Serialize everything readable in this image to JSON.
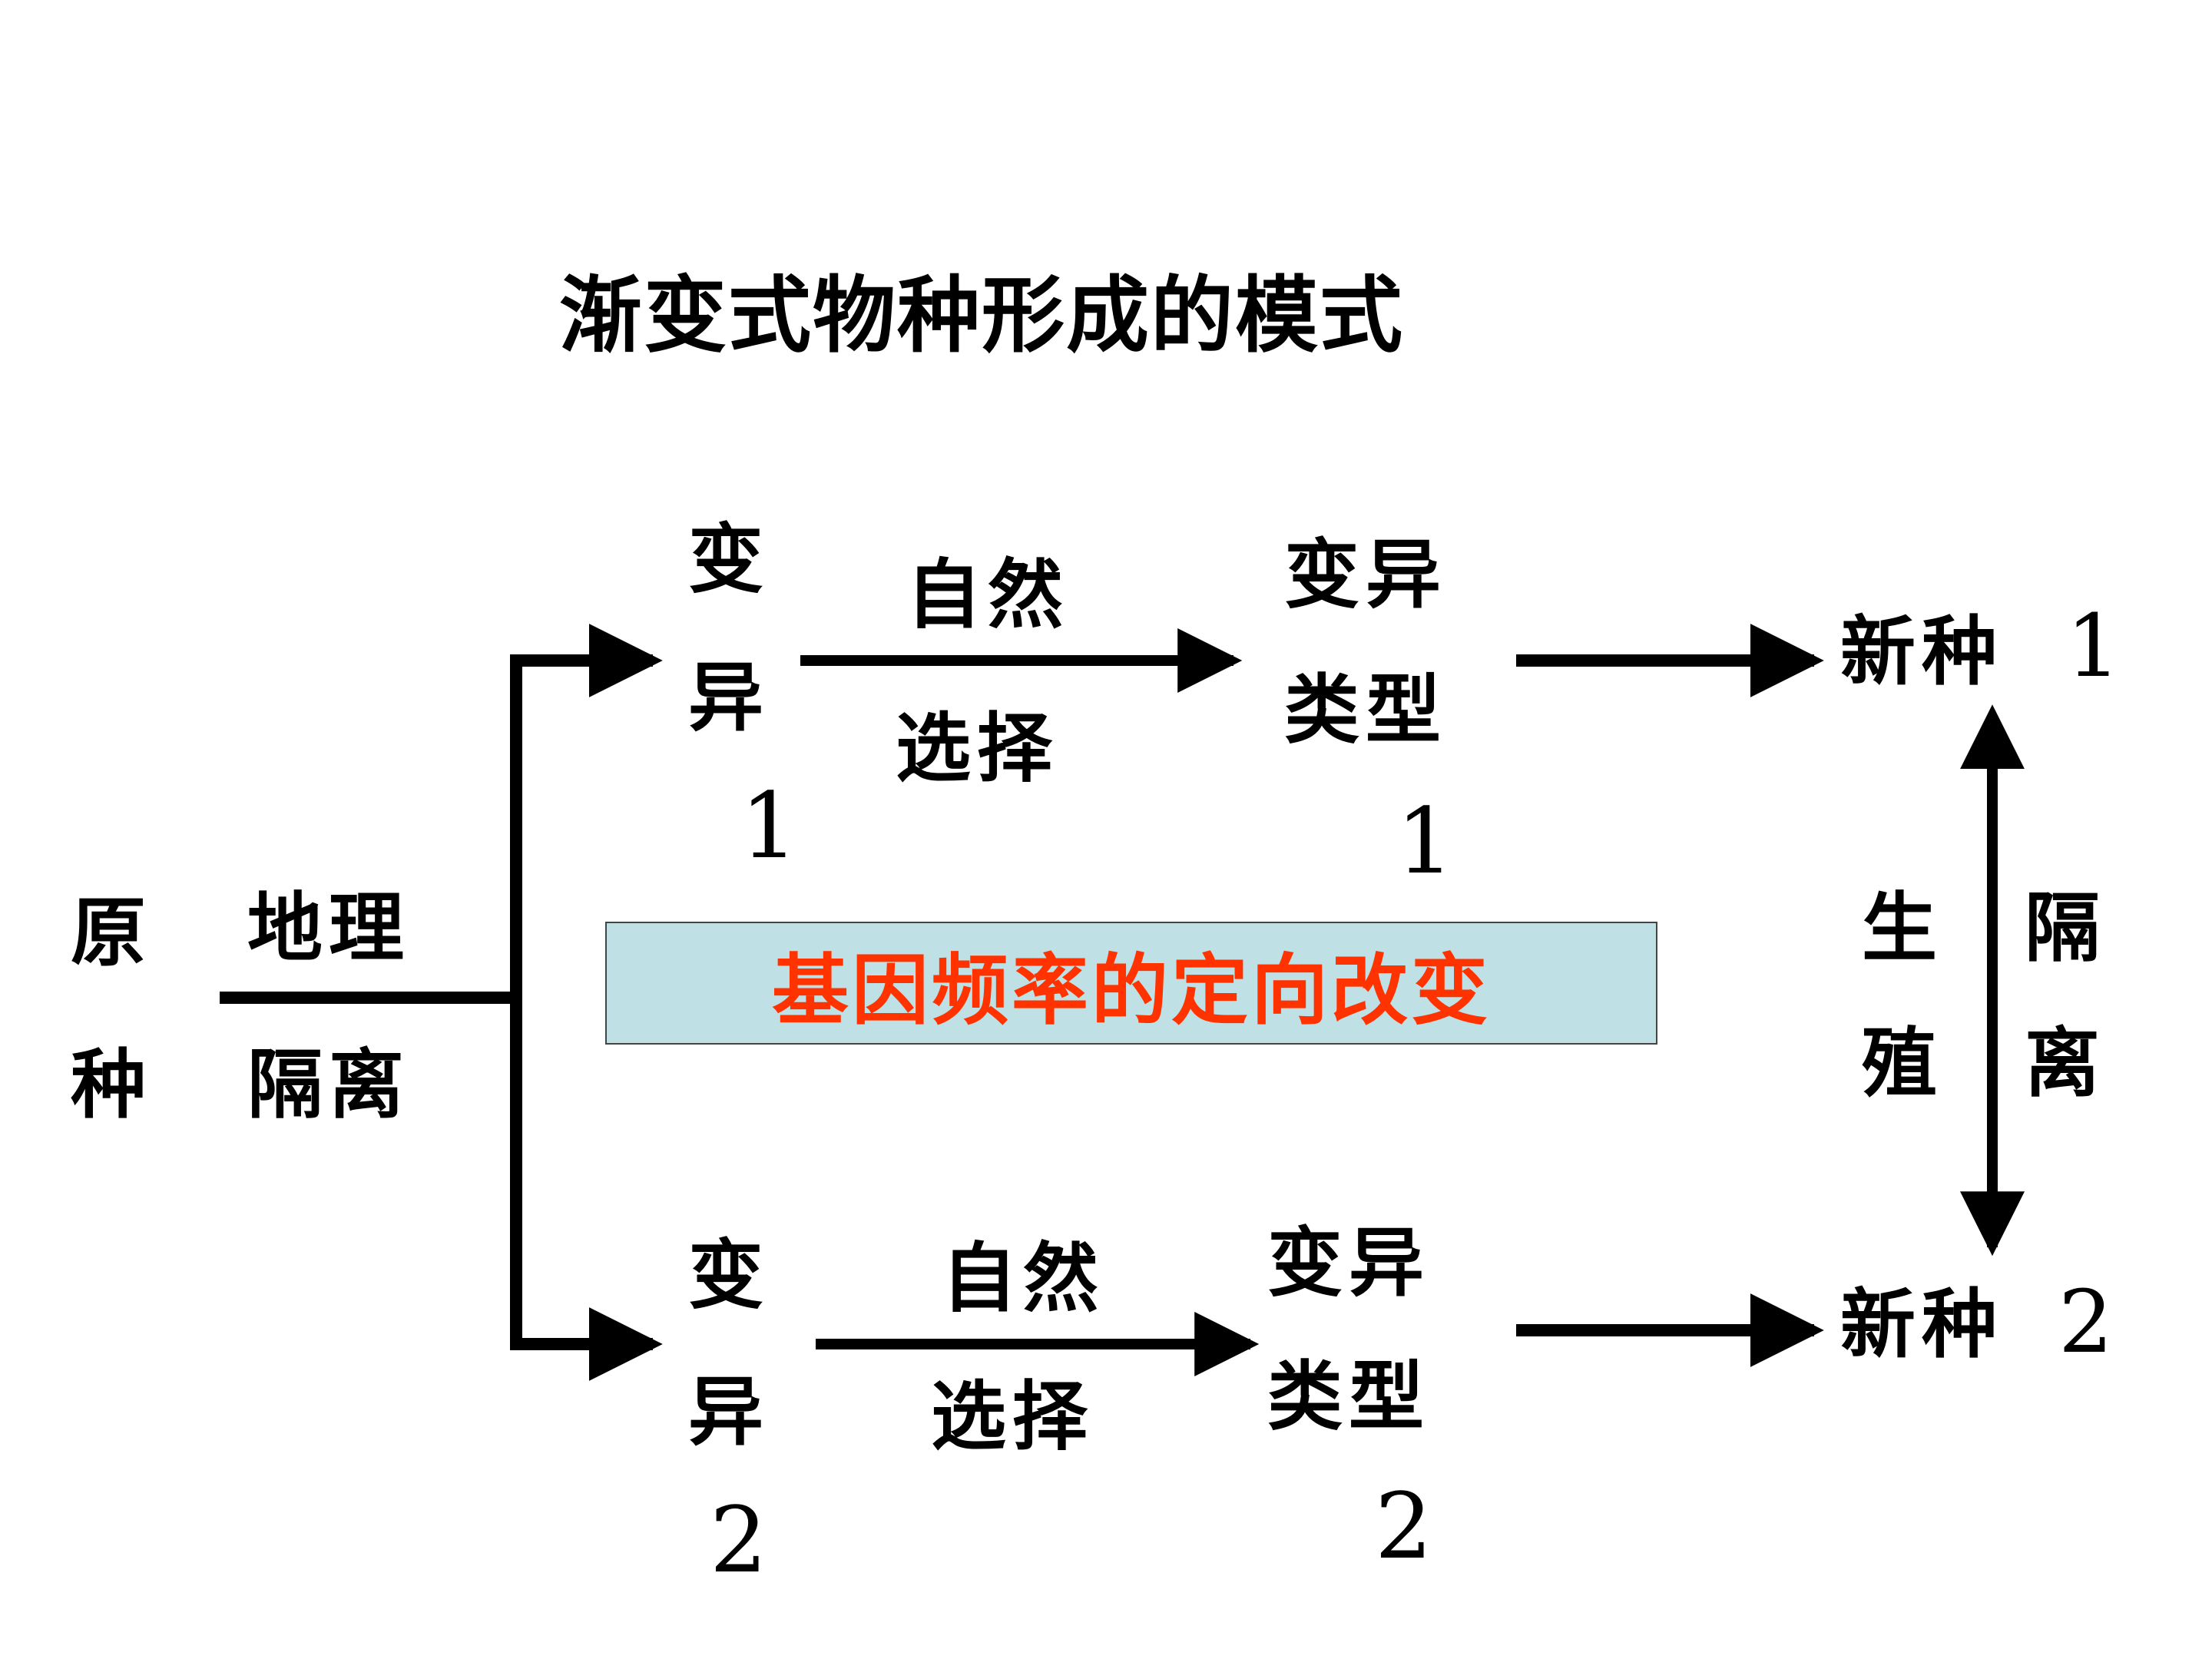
{
  "title": "渐变式物种形成的模式",
  "origin": {
    "top": "原",
    "bottom": "种"
  },
  "isolation": {
    "top": "地理",
    "bottom": "隔离"
  },
  "upper": {
    "variation": {
      "c1": "变",
      "c2": "异",
      "num": "1"
    },
    "selection": {
      "top": "自然",
      "bottom": "选择"
    },
    "type": {
      "top": "变异",
      "bottom": "类型",
      "num": "1"
    },
    "species": {
      "label": "新种",
      "num": "1"
    }
  },
  "lower": {
    "variation": {
      "c1": "变",
      "c2": "异",
      "num": "2"
    },
    "selection": {
      "top": "自然",
      "bottom": "选择"
    },
    "type": {
      "top": "变异",
      "bottom": "类型",
      "num": "2"
    },
    "species": {
      "label": "新种",
      "num": "2"
    }
  },
  "reproductive": {
    "left_top": "生",
    "left_bottom": "殖",
    "right_top": "隔",
    "right_bottom": "离"
  },
  "banner": {
    "text": "基因频率的定向改变",
    "text_color": "#ff3300",
    "background": "#bfe0e4"
  }
}
